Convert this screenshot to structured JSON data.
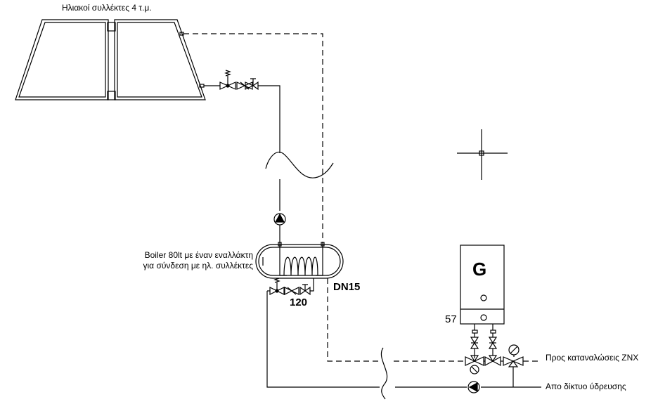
{
  "labels": {
    "solar_collectors": "Ηλιακοί συλλέκτες 4 τ.μ.",
    "boiler_line1": "Boiler 80lt με έναν εναλλάκτη",
    "boiler_line2": "για σύνδεση με ηλ. συλλέκτες",
    "pipe_size": "DN15",
    "height_120": "120",
    "height_57": "57",
    "heater_letter": "G",
    "to_consumers": "Προς καταναλώσεις ZNX",
    "from_mains": "Απο δίκτυο ύδρευσης"
  },
  "colors": {
    "line": "#000000",
    "background": "#ffffff"
  }
}
